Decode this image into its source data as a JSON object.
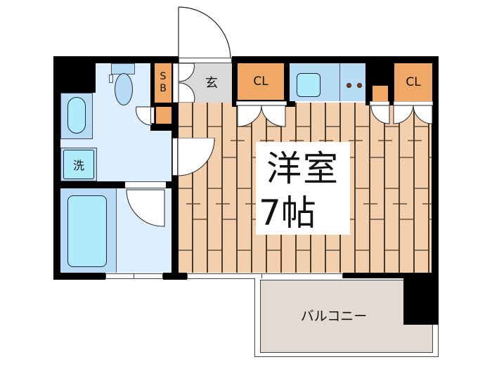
{
  "floorplan": {
    "rooms": {
      "western_room": {
        "name": "洋室",
        "size": "7帖"
      },
      "entrance": {
        "label": "玄"
      },
      "shoe_box": {
        "label_top": "S",
        "label_bottom": "B"
      },
      "closet_left": {
        "label": "CL"
      },
      "closet_right": {
        "label": "CL"
      },
      "washer": {
        "label": "洗"
      },
      "balcony": {
        "label": "バルコニー"
      }
    },
    "colors": {
      "wall": "#000000",
      "wood_floor": "#f3cfae",
      "wood_line": "#4a3a2a",
      "wet_area": "#ddeefc",
      "fixture_blue": "#b9dcf6",
      "fixture_cyan": "#aeecfb",
      "storage_orange": "#efa866",
      "entrance_gray": "#d9d9d9",
      "balcony": "#e3dad3"
    }
  }
}
